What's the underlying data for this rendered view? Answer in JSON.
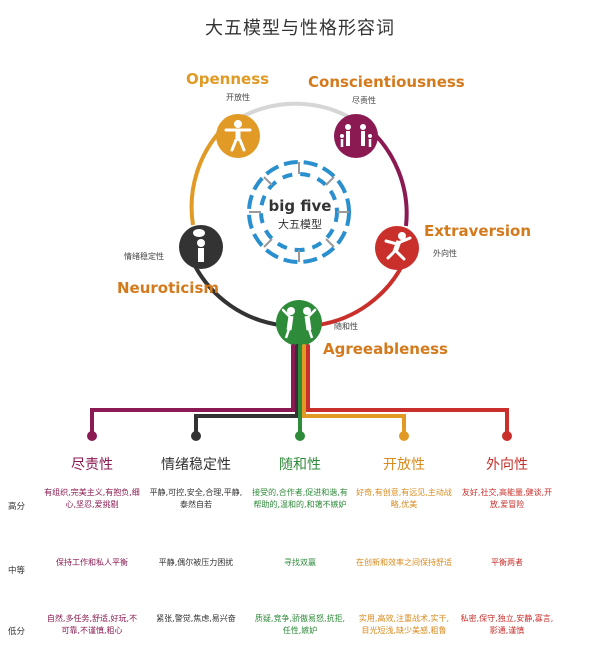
{
  "title": "大五模型与性格形容词",
  "center": {
    "en": "big five",
    "zh": "大五模型"
  },
  "traits": {
    "openness": {
      "en": "Openness",
      "zh": "开放性"
    },
    "conscientiousness": {
      "en": "Conscientiousness",
      "zh": "尽责性"
    },
    "extraversion": {
      "en": "Extraversion",
      "zh": "外向性"
    },
    "agreeableness": {
      "en": "Agreeableness",
      "zh": "随和性"
    },
    "neuroticism": {
      "en": "Neuroticism",
      "zh": "情绪稳定性"
    }
  },
  "colors": {
    "openness": "#e09a25",
    "conscientiousness": "#8b1a52",
    "extraversion": "#c9302c",
    "agreeableness": "#2e8b3a",
    "neuroticism": "#333333",
    "ring_neutral": "#cccccc",
    "dna_blue": "#2a8fce"
  },
  "icons": {
    "openness": "person-arms-open-icon",
    "conscientiousness": "family-icon",
    "extraversion": "jumping-person-icon",
    "agreeableness": "two-people-icon",
    "neuroticism": "thinking-person-icon",
    "center": "dna-helix-icon"
  },
  "rows": {
    "high": "高分",
    "mid": "中等",
    "low": "低分"
  },
  "columns": [
    {
      "header": "尽责性",
      "high": "有组织,完美主义,有抱负,细心,坚忍,爱挑剔",
      "mid": "保持工作和私人平衡",
      "low": "自然,多任务,舒适,好玩,不可靠,不谨慎,粗心"
    },
    {
      "header": "情绪稳定性",
      "high": "平静,可控,安全,合理,平静,泰然自若",
      "mid": "平静,偶尔被压力困扰",
      "low": "紧张,警觉,焦虑,易兴奋"
    },
    {
      "header": "随和性",
      "high": "接受的,合作者,促进和谐,有帮助的,温和的,和蔼不嫉妒",
      "mid": "寻找双赢",
      "low": "质疑,竞争,骄傲易怒,抗拒,任性,嫉妒"
    },
    {
      "header": "开放性",
      "high": "好奇,有创意,有远见,主动战略,优美",
      "mid": "在创新和效率之间保持舒适",
      "low": "实用,高效,注重战术,实干,目光短浅,缺少美感,粗鲁"
    },
    {
      "header": "外向性",
      "high": "友好,社交,高能量,健谈,开放,爱冒险",
      "mid": "平衡两者",
      "low": "私密,保守,独立,安静,寡言,影通,谨慎"
    }
  ]
}
